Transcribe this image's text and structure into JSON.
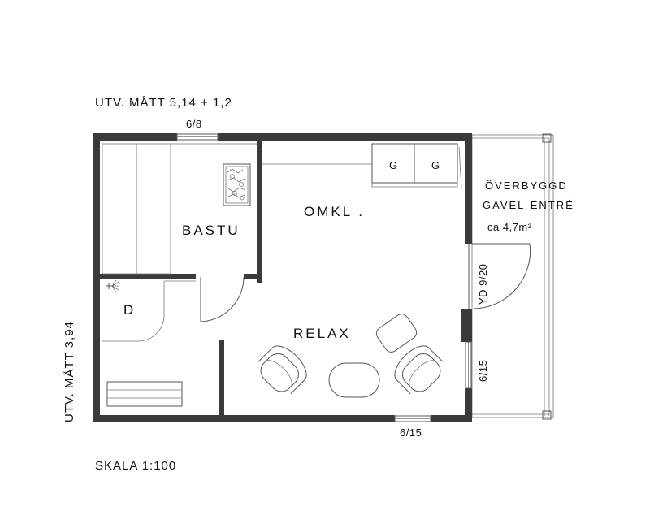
{
  "dimensions": {
    "width_label": "UTV. MÅTT 5,14 + 1,2",
    "height_label": "UTV. MÅTT 3,94",
    "scale": "SKALA 1:100"
  },
  "rooms": {
    "sauna": "BASTU",
    "changing": "OMKL .",
    "relax": "RELAX",
    "shower": "D"
  },
  "lockers": [
    "G",
    "G"
  ],
  "openings": {
    "top_window": "6/8",
    "bottom_window": "6/15",
    "right_window": "6/15",
    "entry_door": "YD 9/20"
  },
  "porch": {
    "line1": "ÖVERBYGGD",
    "line2": "GAVEL-ENTRÉ",
    "area": "ca 4,7m²"
  }
}
